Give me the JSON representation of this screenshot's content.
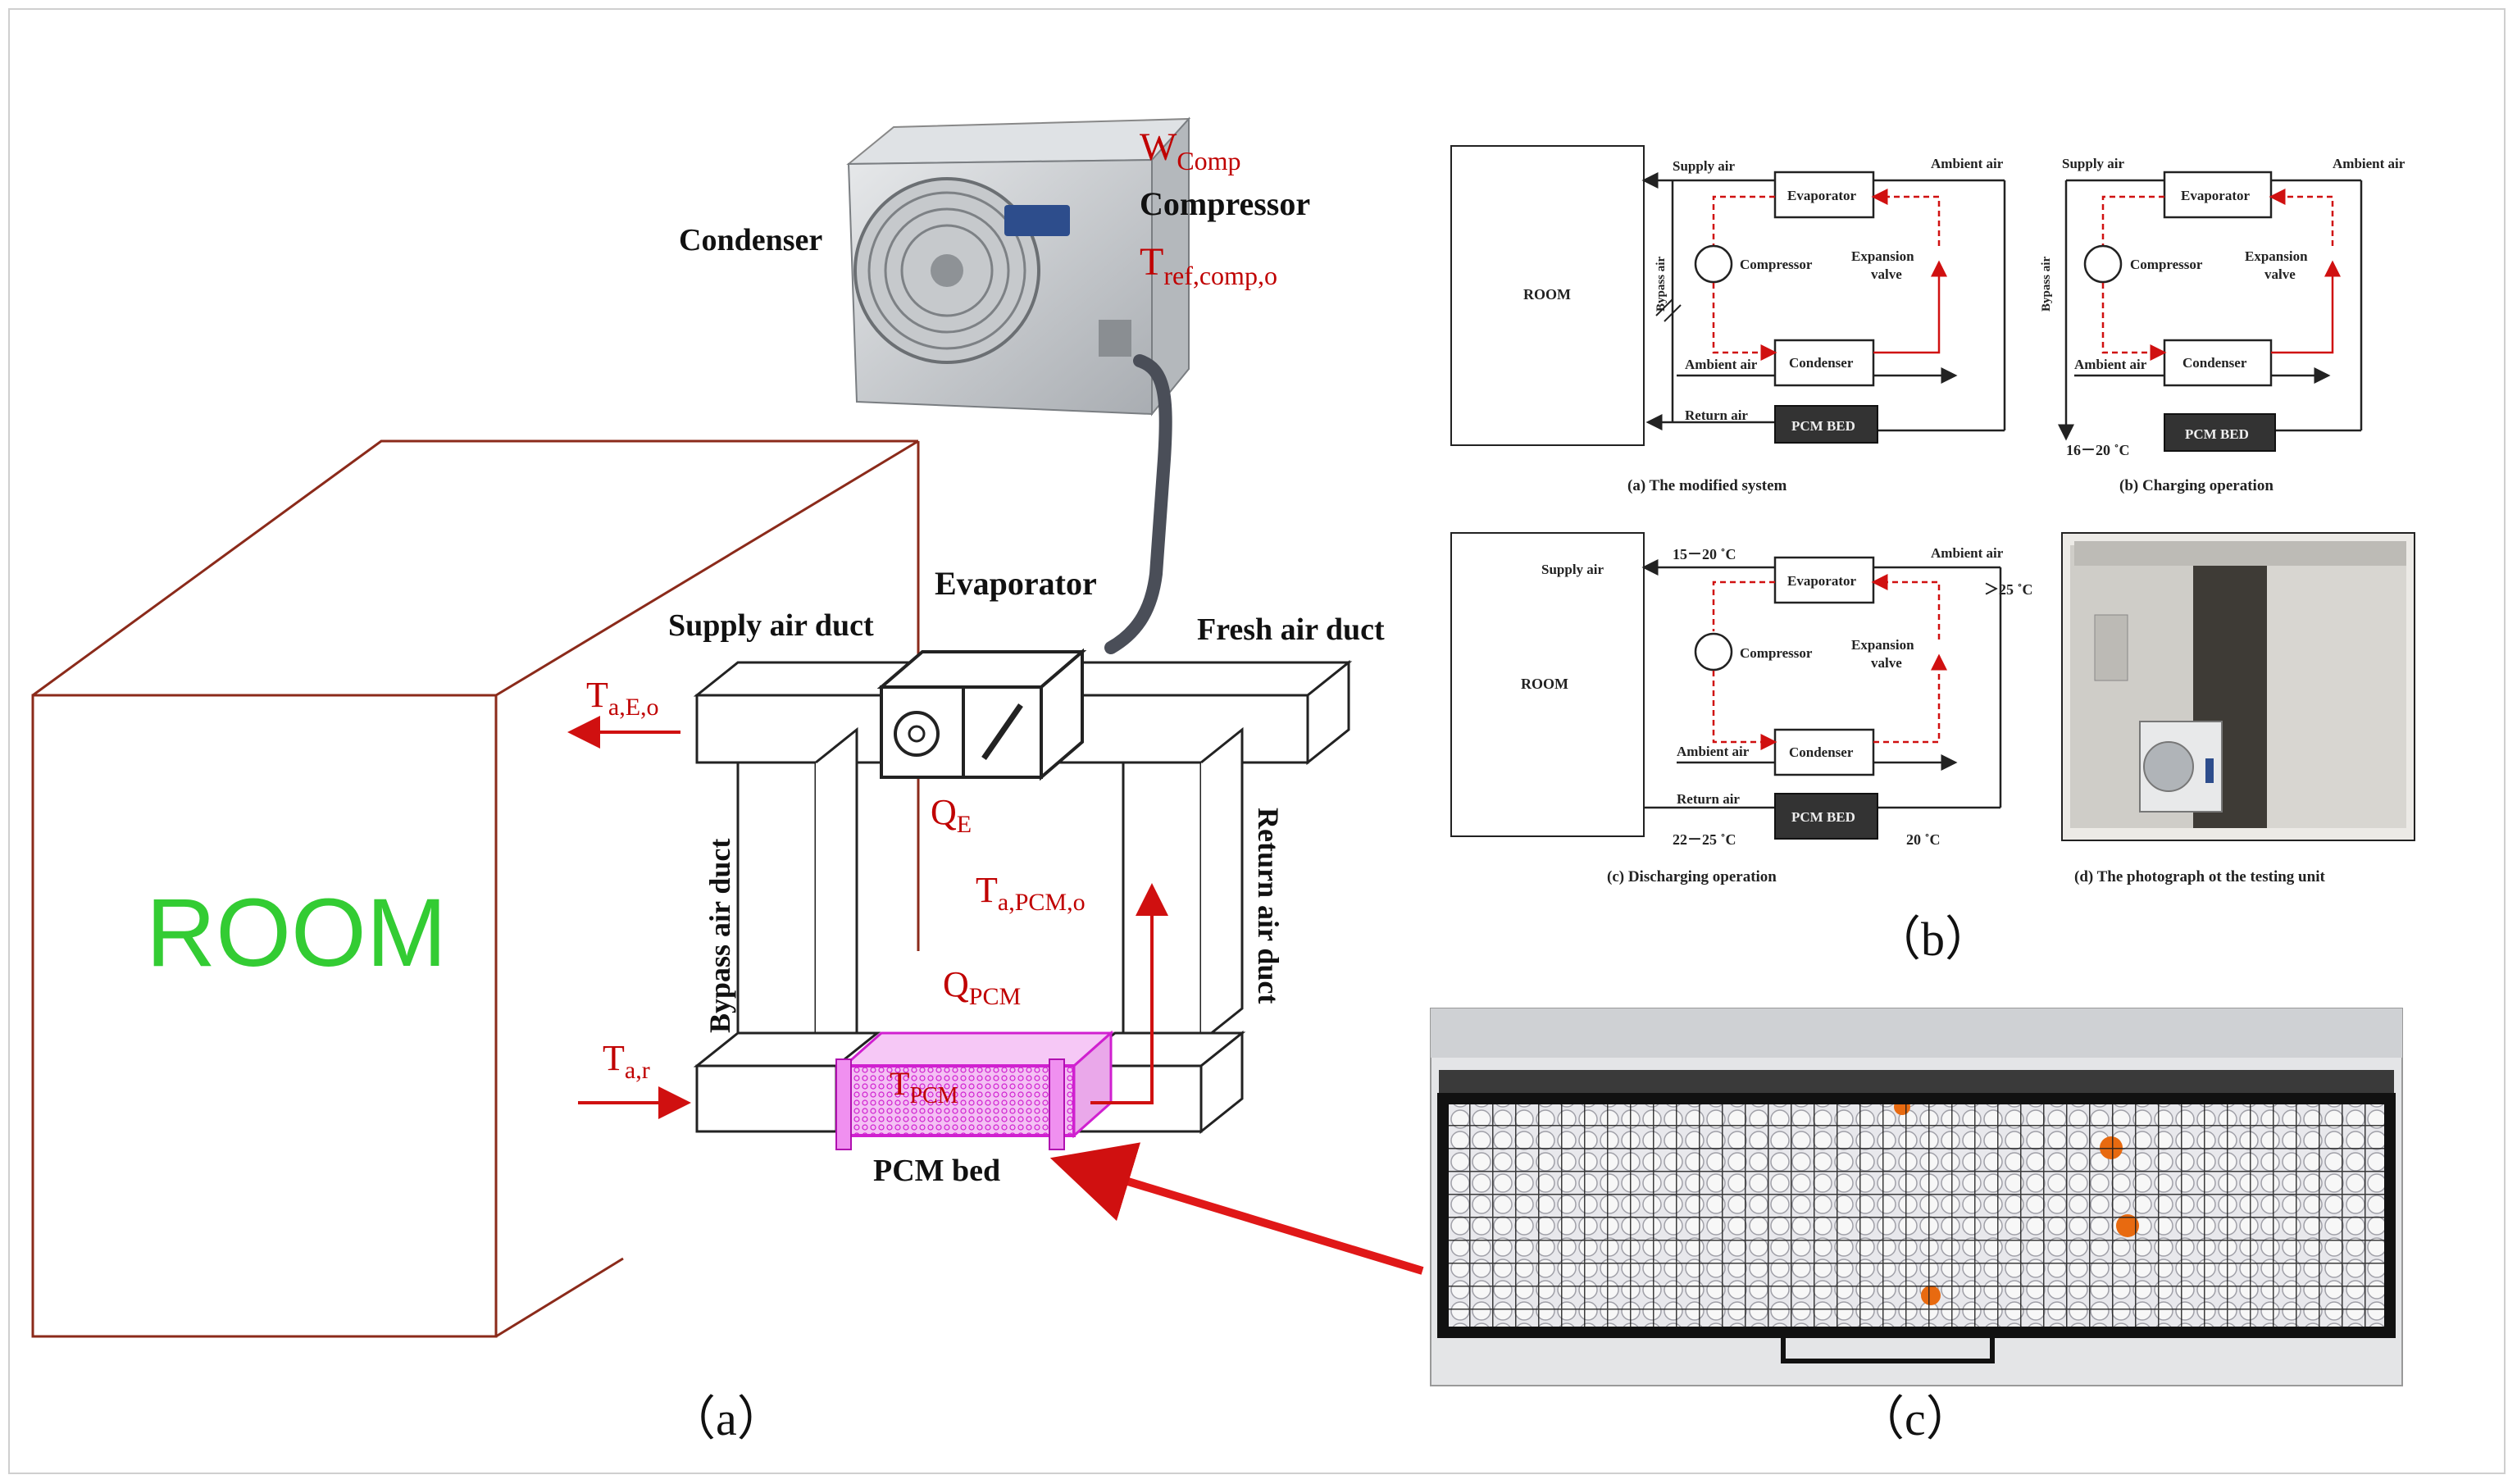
{
  "panel_a": {
    "room_label": "ROOM",
    "condenser": "Condenser",
    "w_comp_main": "W",
    "w_comp_sub": "Comp",
    "compressor": "Compressor",
    "t_ref_main": "T",
    "t_ref_sub": "ref,comp,o",
    "evaporator": "Evaporator",
    "supply_air_duct": "Supply air duct",
    "fresh_air_duct": "Fresh air duct",
    "bypass_air_duct": "Bypass air duct",
    "return_air_duct": "Return air duct",
    "t_aeo_main": "T",
    "t_aeo_sub": "a,E,o",
    "qe_main": "Q",
    "qe_sub": "E",
    "t_apcmo_main": "T",
    "t_apcmo_sub": "a,PCM,o",
    "qpcm_main": "Q",
    "qpcm_sub": "PCM",
    "tar_main": "T",
    "tar_sub": "a,r",
    "tpcm_main": "T",
    "tpcm_sub": "PCM",
    "pcm_bed": "PCM bed",
    "caption": "（a）"
  },
  "panel_b": {
    "a": {
      "room": "ROOM",
      "supply_air": "Supply air",
      "ambient_air": "Ambient air",
      "evaporator": "Evaporator",
      "compressor": "Compressor",
      "expansion": "Expansion",
      "valve": "valve",
      "bypass_air": "Bypass air",
      "ambient_air2": "Ambient air",
      "condenser": "Condenser",
      "return_air": "Return air",
      "pcm_bed": "PCM BED",
      "caption": "(a) The modified system"
    },
    "b": {
      "supply_air": "Supply air",
      "ambient_air": "Ambient air",
      "evaporator": "Evaporator",
      "compressor": "Compressor",
      "expansion": "Expansion",
      "valve": "valve",
      "bypass_air": "Bypass air",
      "ambient_air2": "Ambient air",
      "condenser": "Condenser",
      "temp": "16－20 ˚C",
      "pcm_bed": "PCM BED",
      "caption": "(b) Charging operation"
    },
    "c": {
      "room": "ROOM",
      "supply_air": "Supply air",
      "temp_supply": "15－20 ˚C",
      "ambient_air": "Ambient air",
      "temp_ambient": "＞25 ˚C",
      "evaporator": "Evaporator",
      "compressor": "Compressor",
      "expansion": "Expansion",
      "valve": "valve",
      "ambient_air2": "Ambient air",
      "condenser": "Condenser",
      "return_air": "Return air",
      "temp_return": "22－25 ˚C",
      "pcm_bed": "PCM BED",
      "temp_out": "20 ˚C",
      "caption": "(c) Discharging operation"
    },
    "d": {
      "caption": "(d) The photograph ot the  testing unit"
    },
    "caption": "（b）"
  },
  "panel_c": {
    "caption": "（c）"
  },
  "colors": {
    "red_label": "#c00000",
    "room_text": "#33cc33",
    "room_edge": "#8b2a1a",
    "pcm": "#e020e0",
    "arrow": "#e01818"
  }
}
